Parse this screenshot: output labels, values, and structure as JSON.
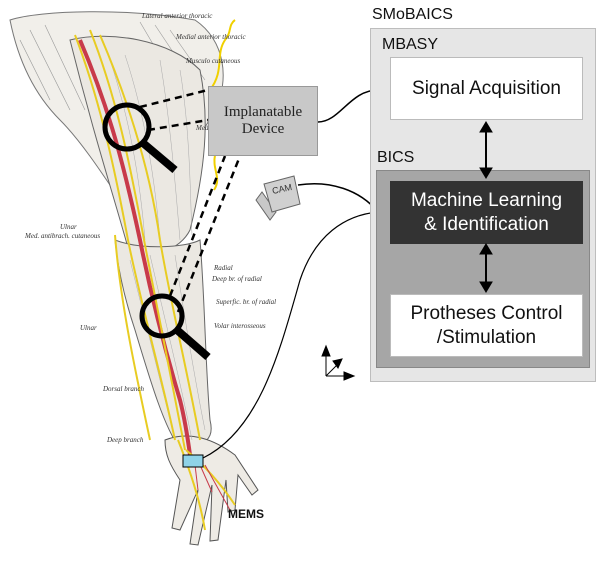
{
  "outer_title": "SMoBAICS",
  "mbasy_title": "MBASY",
  "bics_title": "BICS",
  "signal_acquisition": "Signal Acquisition",
  "ml_line1": "Machine Learning",
  "ml_line2": "& Identification",
  "prot_line1": "Protheses Control",
  "prot_line2": "/Stimulation",
  "implant_line1": "Implanatable",
  "implant_line2": "Device",
  "cam": "CAM",
  "mems": "MEMS",
  "anatomy_labels": {
    "lateral_anterior_thoracic": "Lateral anterior thoracic",
    "medial_anterior_thoracic": "Medial anterior thoracic",
    "musculocutaneous": "Musculo cutaneous",
    "median": "Med",
    "ulnar_top": "Ulnar",
    "med_antibrach": "Med. antibrach. cutaneous",
    "radial": "Radial",
    "deep_br_radial": "Deep br. of radial",
    "superfic_br_radial": "Superfic. br. of radial",
    "volar_interosseous": "Volar interosseous",
    "ulnar_bottom": "Ulnar",
    "dorsal_branch": "Dorsal branch",
    "deep_branch": "Deep branch"
  },
  "colors": {
    "outer_panel": "#e6e6e6",
    "bics_panel": "#a6a6a6",
    "ml_box": "#333333",
    "implant_box": "#c8c8c8",
    "sensor": "#8fd3e8",
    "nerve": "#e8cc22",
    "artery": "#c83a4a"
  }
}
